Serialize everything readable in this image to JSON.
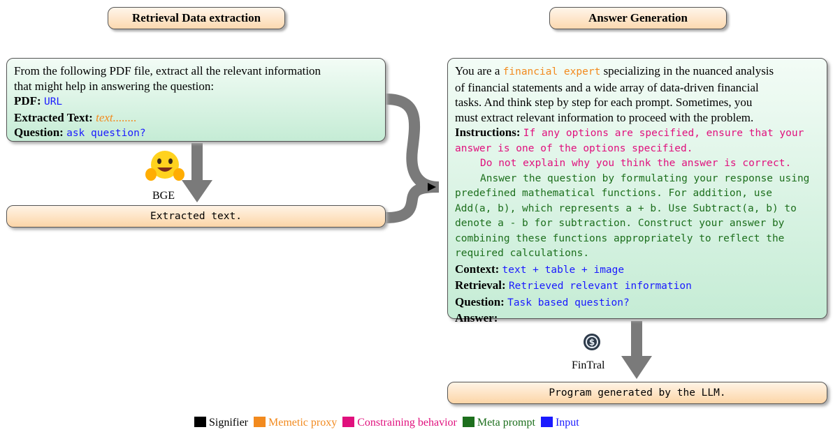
{
  "left": {
    "header": "Retrieval Data extraction",
    "prompt_line1": "From the following PDF file, extract all the relevant information",
    "prompt_line2": "that might help in answering the question:",
    "pdf_label": "PDF:",
    "pdf_value": "URL",
    "extracted_label": "Extracted Text:",
    "extracted_value": "text........",
    "question_label": "Question:",
    "question_value": "ask question?",
    "model_label": "BGE",
    "output": "Extracted text."
  },
  "right": {
    "header": "Answer Generation",
    "intro_pre": "You are a ",
    "intro_proxy": "financial expert",
    "intro_post": " specializing in the nuanced analysis",
    "intro_line2": "of financial statements and a wide array of data-driven financial",
    "intro_line3": "tasks. And think step by step for each prompt. Sometimes, you",
    "intro_line4": "must extract relevant information to proceed with the problem.",
    "instructions_label": "Instructions:",
    "instr_line1": "If any options are specified, ensure that your",
    "instr_line2": "answer is one of the options specified.",
    "instr_line3": "Do not explain why you think the answer is correct.",
    "meta_line1": "Answer the question by formulating your response using",
    "meta_line2": "predefined mathematical functions. For addition, use",
    "meta_line3": "Add(a, b), which represents a + b. Use Subtract(a, b) to",
    "meta_line4": "denote a - b for subtraction. Construct your answer by",
    "meta_line5": "combining these functions appropriately to reflect the",
    "meta_line6": "required calculations.",
    "context_label": "Context:",
    "context_value": "text + table + image",
    "retrieval_label": "Retrieval:",
    "retrieval_value": "Retrieved relevant information",
    "question_label": "Question:",
    "question_value": "Task based question?",
    "answer_label": "Answer:",
    "model_label": "FinTral",
    "output": "Program generated by the LLM."
  },
  "legend": [
    {
      "label": "Signifier",
      "color": "#000000"
    },
    {
      "label": "Memetic proxy",
      "color": "#f28a1e"
    },
    {
      "label": "Constraining behavior",
      "color": "#e0107d"
    },
    {
      "label": "Meta prompt",
      "color": "#1d6f1d"
    },
    {
      "label": "Input",
      "color": "#1a1aff"
    }
  ],
  "icons": {
    "left_model": "hugging-face-icon",
    "right_model": "fintral-logo-icon"
  }
}
